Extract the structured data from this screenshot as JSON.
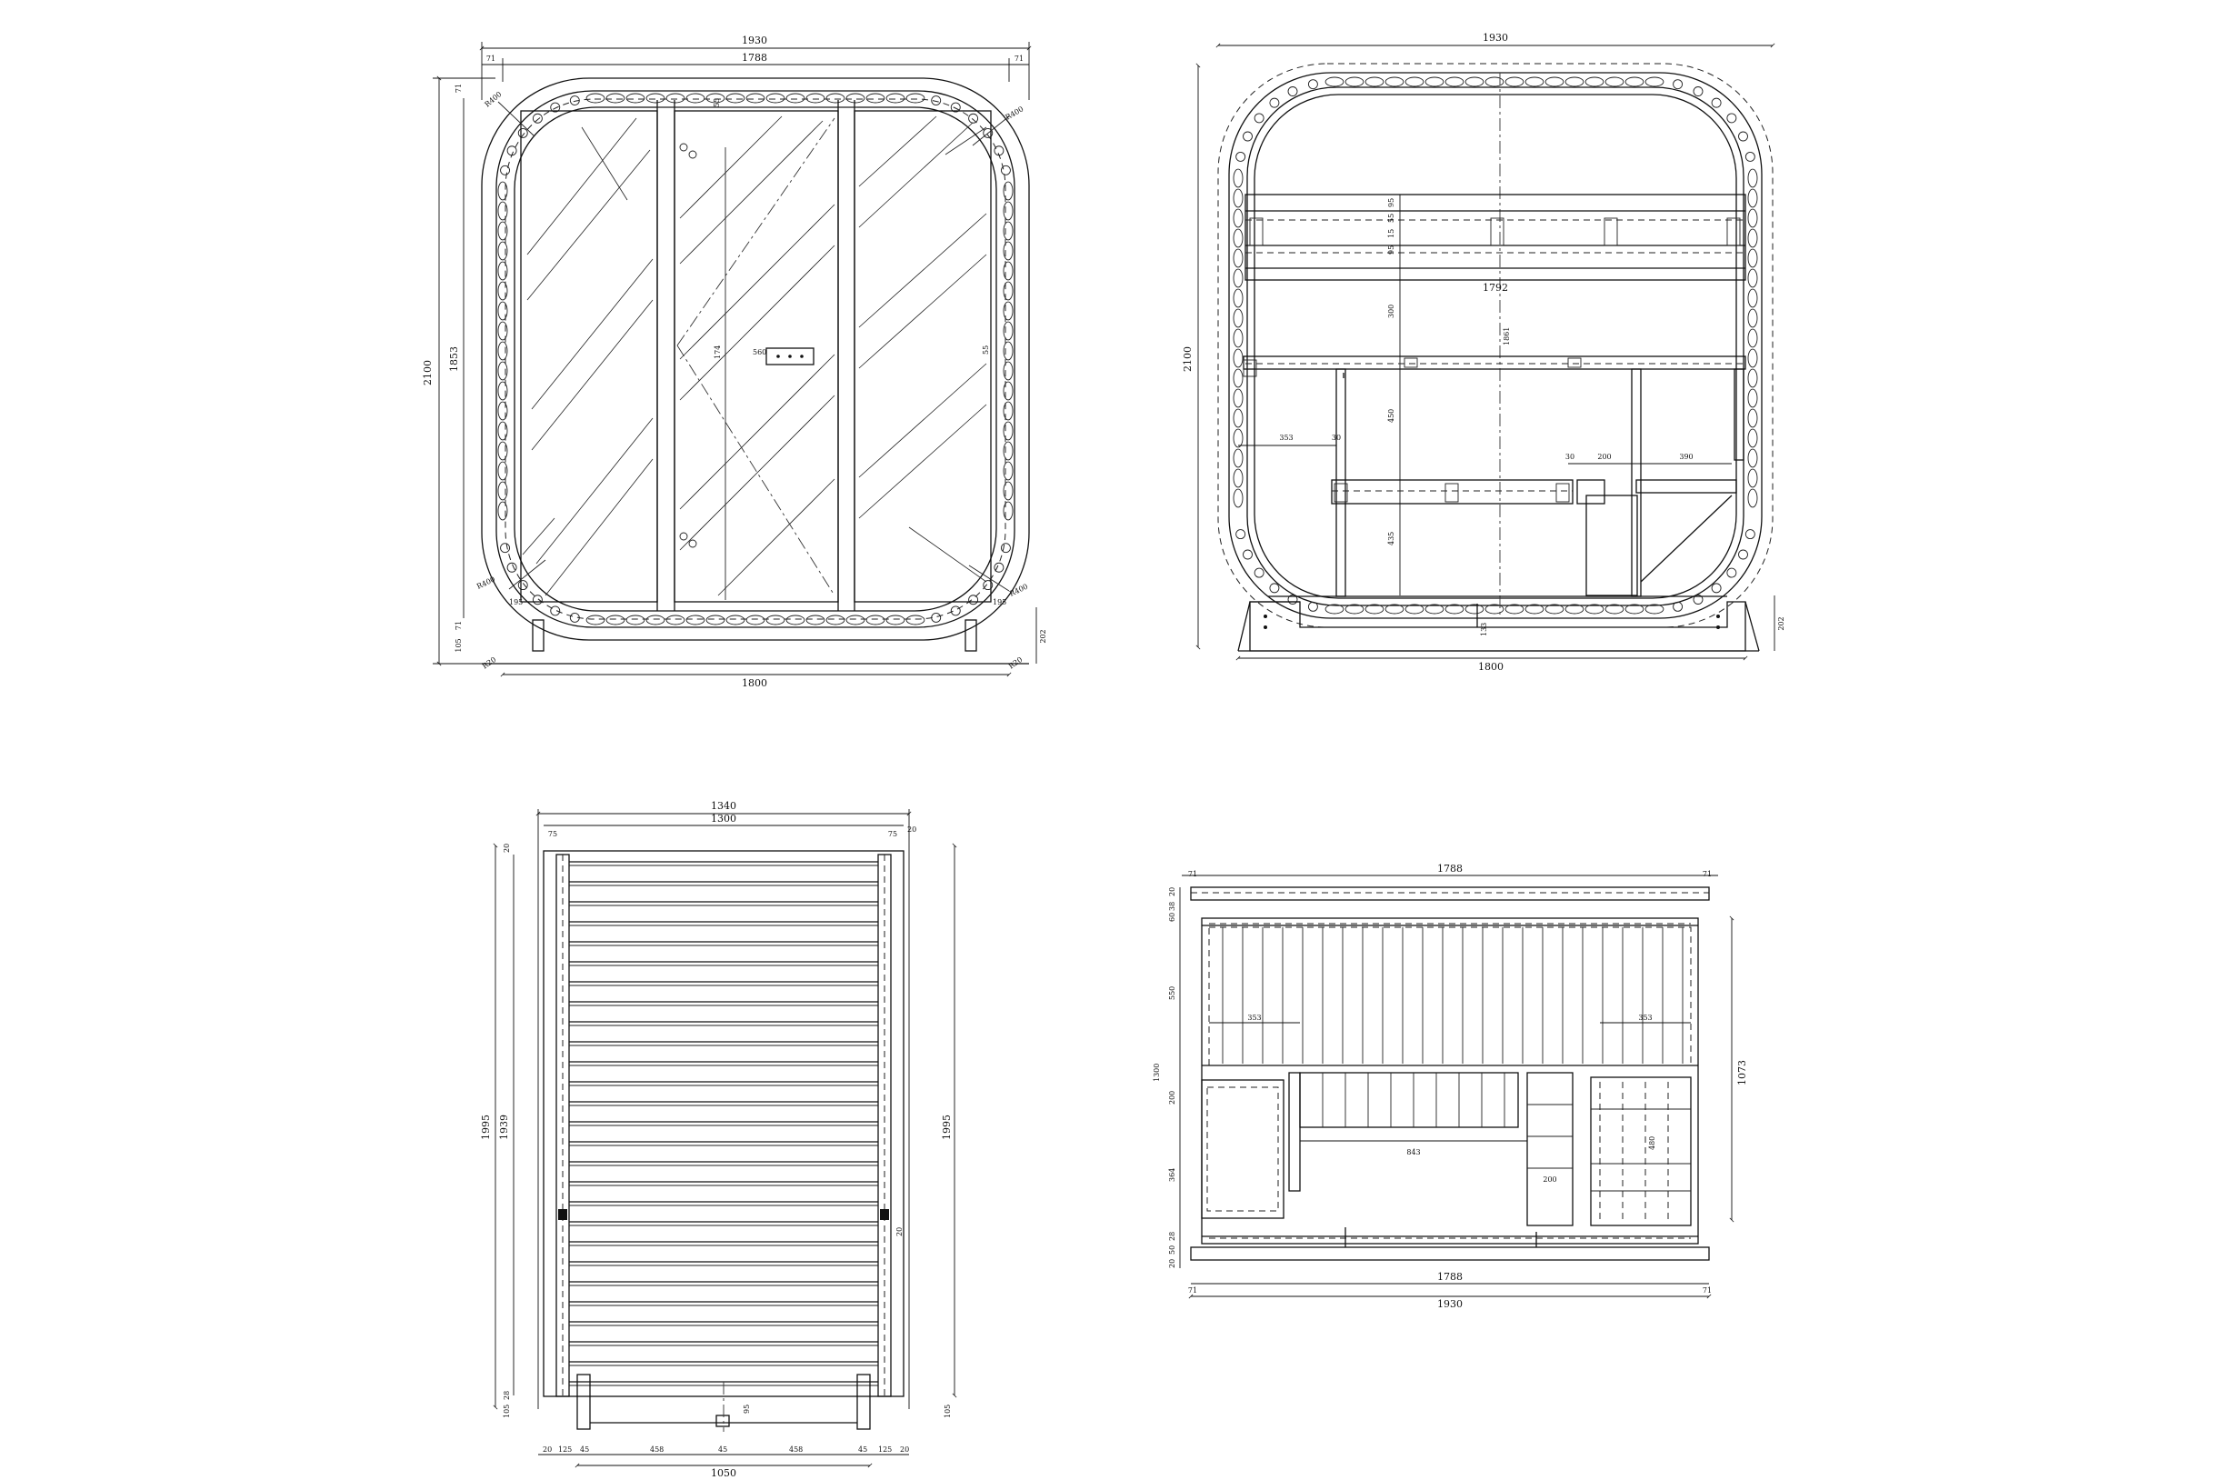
{
  "views": {
    "front": {
      "width_total": "1930",
      "width_inner": "1788",
      "side_offset": "71",
      "height_total": "2100",
      "height_inner": "1853",
      "bottom_offset": "105",
      "bottom_width": "1800",
      "radius_outer": "R400",
      "radius_small": "R20",
      "foot_height": "202",
      "door_handle": "560",
      "door_offset": "174",
      "top_gap": "55",
      "side_gap": "55",
      "bottom_gap": "195"
    },
    "section": {
      "width_total": "1930",
      "height_total": "2100",
      "bench_width": "1792",
      "dim_300": "300",
      "dim_450": "450",
      "dim_435": "435",
      "dim_353": "353",
      "dim_30a": "30",
      "dim_30b": "30",
      "dim_200": "200",
      "dim_390": "390",
      "dim_95a": "95",
      "dim_95b": "95",
      "dim_55": "55",
      "dim_15": "15",
      "bottom_width": "1800",
      "foot_height": "202",
      "dim_133": "133",
      "center_label": "1861"
    },
    "floor": {
      "width_total": "1340",
      "width_inner": "1300",
      "edge_75a": "75",
      "edge_75b": "75",
      "edge_20a": "20",
      "edge_20b": "20",
      "height_left": "1995",
      "height_inner": "1939",
      "height_right": "1995",
      "dim_28": "28",
      "dim_105a": "105",
      "dim_105b": "105",
      "dim_95": "95",
      "dim_20r": "20",
      "bottom_dims": [
        "20",
        "125",
        "45",
        "458",
        "45",
        "458",
        "45",
        "125",
        "20"
      ],
      "bottom_total": "1050"
    },
    "plan": {
      "top_inner": "1788",
      "top_71a": "71",
      "top_71b": "71",
      "left_20": "20",
      "left_38": "38",
      "left_60": "60",
      "left_550": "550",
      "left_1300": "1300",
      "left_200": "200",
      "left_364": "364",
      "left_28": "28",
      "left_50": "50",
      "left_20b": "20",
      "right_1073": "1073",
      "inner_353a": "353",
      "inner_353b": "353",
      "inner_843": "843",
      "inner_200": "200",
      "inner_480": "480",
      "bottom_inner": "1788",
      "bottom_total": "1930",
      "bottom_71a": "71",
      "bottom_71b": "71"
    }
  }
}
